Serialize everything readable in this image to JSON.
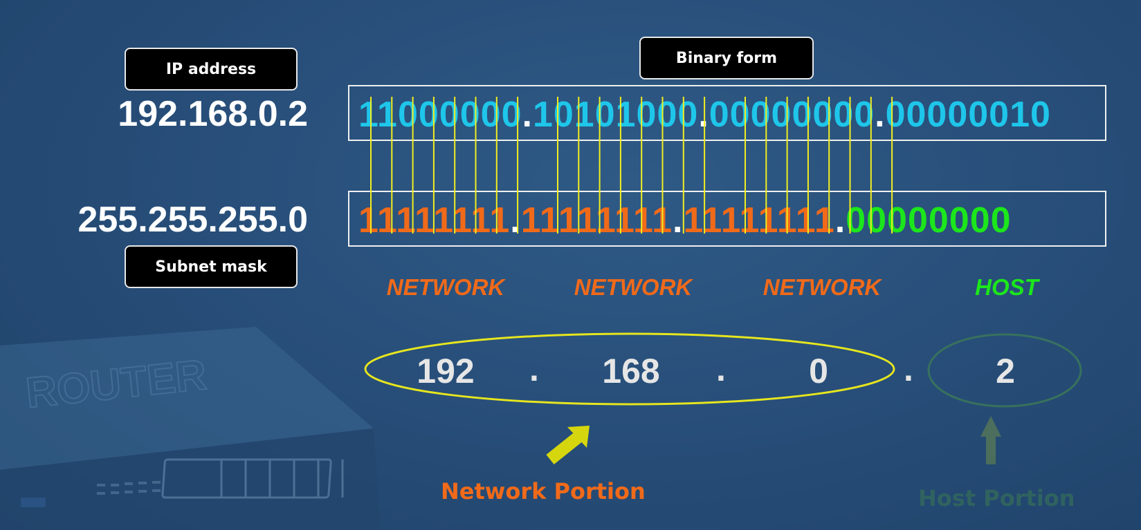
{
  "labels": {
    "ip_address": "IP address",
    "binary_form": "Binary form",
    "subnet_mask": "Subnet mask"
  },
  "ip": "192.168.0.2",
  "mask": "255.255.255.0",
  "ip_binary": {
    "octets": [
      "11000000",
      "10101000",
      "00000000",
      "00000010"
    ],
    "separator": "."
  },
  "mask_binary": {
    "octets": [
      "11111111",
      "11111111",
      "11111111",
      "00000000"
    ],
    "separator": "."
  },
  "segments": [
    "NETWORK",
    "NETWORK",
    "NETWORK",
    "HOST"
  ],
  "decimal_octets": [
    "192",
    "168",
    "0",
    "2"
  ],
  "decimal_separator": ".",
  "portions": {
    "network": "Network Portion",
    "host": "Host Portion"
  },
  "background_watermark": "ROUTER",
  "colors": {
    "ip_bits": "#1ec6ea",
    "network_bits": "#f06a1a",
    "host_bits": "#1ce61c",
    "link_lines": "#f2ee1e",
    "background": "#284f7a"
  }
}
